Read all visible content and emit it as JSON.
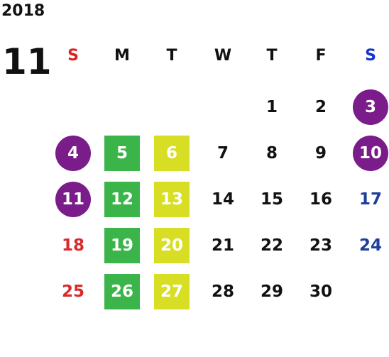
{
  "year": "2018",
  "month": "11",
  "weekdays": [
    {
      "label": "S",
      "color": "#e0201d"
    },
    {
      "label": "M",
      "color": "#111111"
    },
    {
      "label": "T",
      "color": "#111111"
    },
    {
      "label": "W",
      "color": "#111111"
    },
    {
      "label": "T",
      "color": "#111111"
    },
    {
      "label": "F",
      "color": "#111111"
    },
    {
      "label": "S",
      "color": "#1333cc"
    }
  ],
  "weeks": [
    [
      null,
      null,
      null,
      null,
      {
        "d": "1"
      },
      {
        "d": "2"
      },
      {
        "d": "3",
        "style": "circle"
      }
    ],
    [
      {
        "d": "4",
        "style": "circle"
      },
      {
        "d": "5",
        "style": "green"
      },
      {
        "d": "6",
        "style": "yellow"
      },
      {
        "d": "7"
      },
      {
        "d": "8"
      },
      {
        "d": "9"
      },
      {
        "d": "10",
        "style": "circle"
      }
    ],
    [
      {
        "d": "11",
        "style": "circle"
      },
      {
        "d": "12",
        "style": "green"
      },
      {
        "d": "13",
        "style": "yellow"
      },
      {
        "d": "14"
      },
      {
        "d": "15"
      },
      {
        "d": "16"
      },
      {
        "d": "17",
        "style": "blue"
      }
    ],
    [
      {
        "d": "18",
        "style": "red"
      },
      {
        "d": "19",
        "style": "green"
      },
      {
        "d": "20",
        "style": "yellow"
      },
      {
        "d": "21"
      },
      {
        "d": "22"
      },
      {
        "d": "23"
      },
      {
        "d": "24",
        "style": "blue"
      }
    ],
    [
      {
        "d": "25",
        "style": "red"
      },
      {
        "d": "26",
        "style": "green"
      },
      {
        "d": "27",
        "style": "yellow"
      },
      {
        "d": "28"
      },
      {
        "d": "29"
      },
      {
        "d": "30"
      },
      null
    ]
  ]
}
